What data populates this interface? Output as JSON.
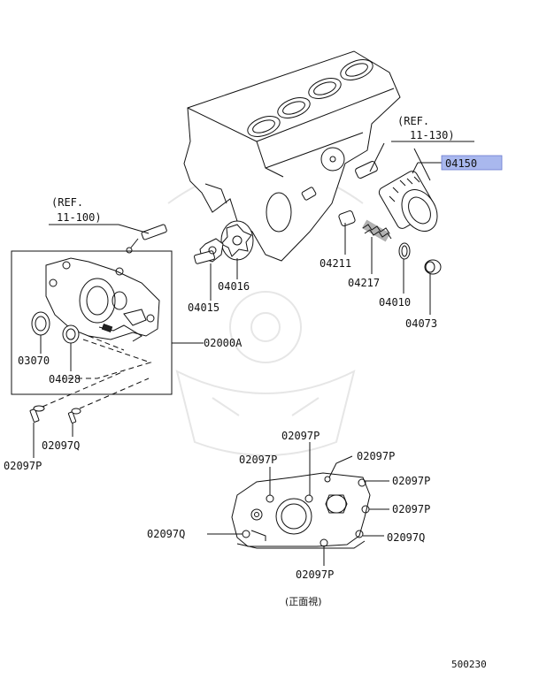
{
  "diagram": {
    "refs": [
      {
        "line1": "(REF.",
        "line2": "11-130)"
      },
      {
        "line1": "(REF.",
        "line2": "11-100)"
      }
    ],
    "part_labels": {
      "p04150": "04150",
      "p04211": "04211",
      "p04217": "04217",
      "p04010": "04010",
      "p04073": "04073",
      "p04016": "04016",
      "p04015": "04015",
      "p02000A": "02000A",
      "p03070": "03070",
      "p04028": "04028",
      "p02097Q_left": "02097Q",
      "p02097P_left": "02097P",
      "p02097P_top": "02097P",
      "p02097P_upper_left": "02097P",
      "p02097P_upper_right": "02097P",
      "p02097P_right1": "02097P",
      "p02097P_right2": "02097P",
      "p02097Q_mid_left": "02097Q",
      "p02097Q_mid_right": "02097Q",
      "p02097P_bottom": "02097P"
    },
    "view_caption": "(正面視)",
    "diagram_number": "500230",
    "highlight_color": "#a9b8ee"
  }
}
